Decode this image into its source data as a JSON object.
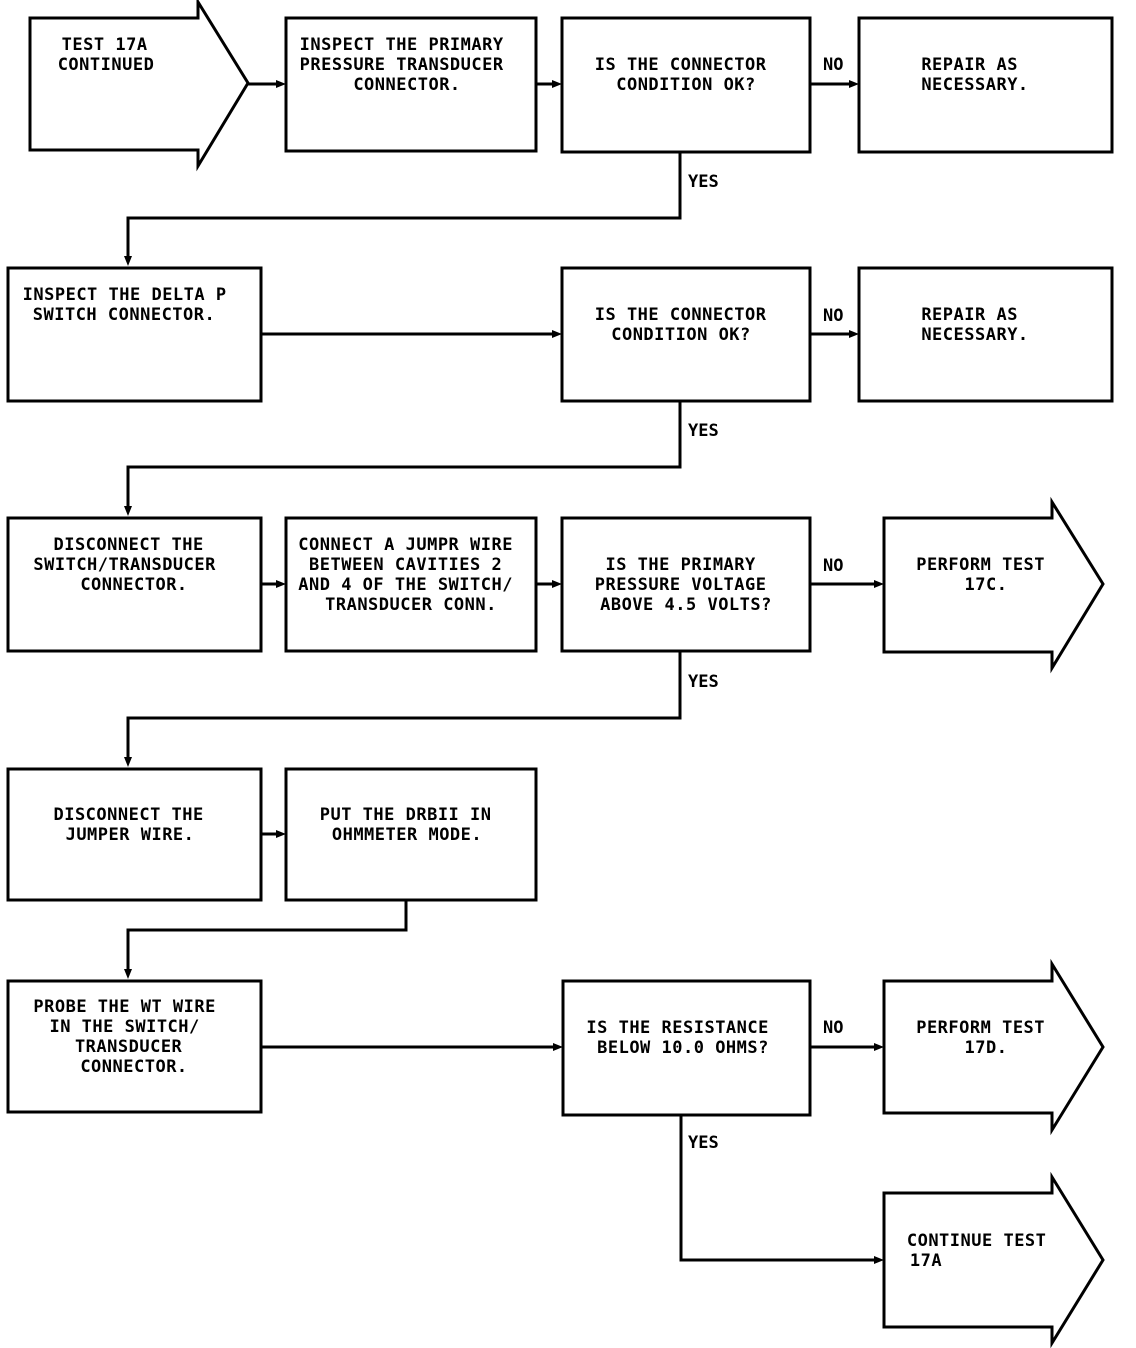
{
  "nodes": {
    "start": [
      "TEST 17A",
      "CONTINUED"
    ],
    "inspect_primary": [
      "INSPECT THE PRIMARY",
      "PRESSURE TRANSDUCER",
      "CONNECTOR."
    ],
    "q1": [
      "IS THE CONNECTOR",
      "CONDITION OK?"
    ],
    "repair1": [
      "REPAIR AS",
      "NECESSARY."
    ],
    "inspect_delta": [
      "INSPECT THE DELTA P",
      "SWITCH CONNECTOR."
    ],
    "q2": [
      "IS THE CONNECTOR",
      "CONDITION OK?"
    ],
    "repair2": [
      "REPAIR AS",
      "NECESSARY."
    ],
    "disconnect_switch": [
      "DISCONNECT THE",
      "SWITCH/TRANSDUCER",
      "CONNECTOR."
    ],
    "connect_jumper": [
      "CONNECT A JUMPR WIRE",
      "BETWEEN CAVITIES 2",
      "AND 4 OF THE SWITCH/",
      "TRANSDUCER CONN."
    ],
    "q3": [
      "IS THE PRIMARY",
      "PRESSURE VOLTAGE",
      "ABOVE 4.5 VOLTS?"
    ],
    "test17c": [
      "PERFORM TEST",
      "17C."
    ],
    "disconnect_jumper": [
      "DISCONNECT THE",
      "JUMPER WIRE."
    ],
    "ohmmeter": [
      "PUT THE DRBII IN",
      "OHMMETER MODE."
    ],
    "probe": [
      "PROBE THE WT WIRE",
      "IN THE SWITCH/",
      "TRANSDUCER",
      "CONNECTOR."
    ],
    "q4": [
      "IS THE RESISTANCE",
      "BELOW 10.0 OHMS?"
    ],
    "test17d": [
      "PERFORM TEST",
      "17D."
    ],
    "continue17a": [
      "CONTINUE TEST",
      "17A"
    ]
  },
  "edge_labels": {
    "yes": "YES",
    "no": "NO"
  }
}
